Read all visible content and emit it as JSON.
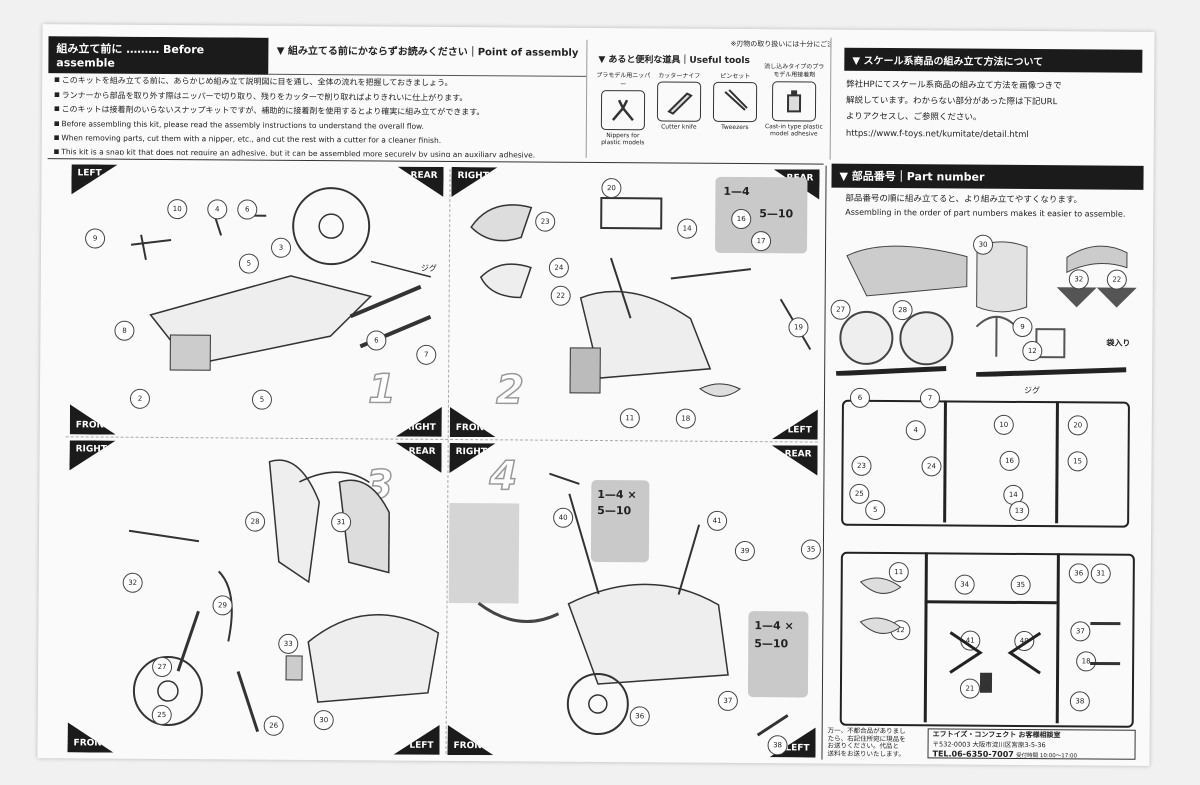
{
  "header": {
    "assemble_title": "組み立て前に ……… Before assemble",
    "assemble_items": [
      "このキットを組み立てる前に、あらかじめ組み立て説明図に目を通し、全体の流れを把握しておきましょう。",
      "ランナーから部品を取り外す際はニッパーで切り取り、残りをカッターで削り取ればよりきれいに仕上がります。",
      "このキットは接着剤のいらないスナップキットですが、補助的に接着剤を使用するとより確実に組み立てができます。",
      "Before assembling this kit, please read the assembly instructions to understand the overall flow.",
      "When removing parts, cut them with a nipper, etc., and cut the rest with a cutter for a cleaner finish.",
      "This kit is a snap kit that does not require an adhesive, but it can be assembled more securely by using an auxiliary adhesive."
    ],
    "point_title": "▼ 組み立てる前にかならずお読みください｜Point of assembly",
    "tools_title": "▼ あると便利な道具｜Useful tools",
    "tools_note": "※刃物の取り扱いには十分にご注意ください",
    "tools": [
      {
        "jp": "プラモデル用ニッパー",
        "en": "Nippers for plastic models",
        "icon": "nipper-icon"
      },
      {
        "jp": "カッターナイフ",
        "en": "Cutter knife",
        "icon": "cutter-icon"
      },
      {
        "jp": "ピンセット",
        "en": "Tweezers",
        "icon": "tweezers-icon"
      },
      {
        "jp": "流し込みタイプのプラモデル用接着剤",
        "en": "Cast-in type plastic model adhesive",
        "icon": "adhesive-icon"
      }
    ],
    "web_title": "▼ スケール系商品の組み立て方法について",
    "web_lines": [
      "弊社HPにてスケール系商品の組み立て方法を画像つきで",
      "解説しています。わからない部分があった際は下記URL",
      "よりアクセスし、ご参照ください。"
    ],
    "web_url": "https://www.f-toys.net/kumitate/detail.html"
  },
  "directions": {
    "left": "LEFT",
    "rear": "REAR",
    "right": "RIGHT",
    "front": "FRONT"
  },
  "steps": [
    "1",
    "2",
    "3",
    "4"
  ],
  "step_labels": {
    "jig": "ジグ",
    "range_a": "1—4",
    "range_b": "5—10",
    "range_ax": "1—4 ×",
    "range_bx": "5—10"
  },
  "callouts_step1": [
    "10",
    "4",
    "6",
    "9",
    "5",
    "3",
    "8",
    "6",
    "7",
    "5",
    "2"
  ],
  "callouts_step2": [
    "23",
    "20",
    "14",
    "24",
    "22",
    "19",
    "11",
    "18",
    "17",
    "16"
  ],
  "callouts_step3": [
    "31",
    "28",
    "32",
    "29",
    "27",
    "25",
    "33",
    "30",
    "26"
  ],
  "callouts_step4": [
    "40",
    "41",
    "39",
    "35",
    "37",
    "36",
    "38"
  ],
  "parts": {
    "title": "▼ 部品番号｜Part number",
    "line1": "部品番号の順に組み立てると、より組み立てやすくなります。",
    "line2": "Assembling in the order of part numbers makes it easier to assemble.",
    "bag_label": "袋入り",
    "jig": "ジグ",
    "numbers_top": [
      "30",
      "27",
      "28",
      "9",
      "12",
      "32",
      "22"
    ],
    "numbers_runner_a": [
      "6",
      "7",
      "10",
      "4",
      "23",
      "24",
      "16",
      "20",
      "15",
      "25",
      "14",
      "5",
      "13"
    ],
    "numbers_runner_b": [
      "11",
      "34",
      "35",
      "36",
      "31",
      "41",
      "40",
      "12",
      "21",
      "18",
      "37",
      "38"
    ]
  },
  "company": {
    "notice": [
      "万一、不都合品がありまし",
      "たら、右記住所宛に現品を",
      "お送りください。代品と",
      "送料をお送りいたします。"
    ],
    "name": "エフトイズ・コンフェクト",
    "zip": "〒532-0003 大阪市淀川区宮原3-5-36",
    "counter": "お客様相談室",
    "phone": "TEL.06-6350-7007",
    "hours": "受付時間 10:00〜17:00"
  }
}
